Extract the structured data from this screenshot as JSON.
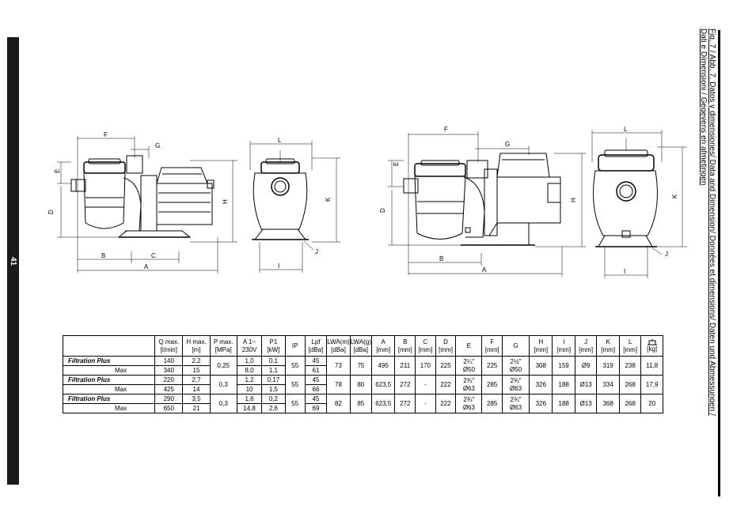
{
  "page": {
    "number": "41"
  },
  "caption": {
    "line1": "Fig. 7 / Abb. 7. Datos y dimensiones/ Data and Dimension/ Données et dimensions/ Daten und Abmessungen /",
    "line2": "Dati e Dimensioni / Gegevens en afmetingen"
  },
  "drawings": {
    "left_side": {
      "F": "F",
      "G": "G",
      "E": "E",
      "D": "D",
      "H": "H",
      "B": "B",
      "C": "C",
      "A": "A"
    },
    "left_front": {
      "L": "L",
      "K": "K",
      "I": "I",
      "J": "J"
    },
    "right_side": {
      "F": "F",
      "G": "G",
      "E": "E",
      "D": "D",
      "H": "H",
      "B": "B",
      "A": "A"
    },
    "right_front": {
      "L": "L",
      "K": "K",
      "I": "I",
      "J": "J"
    }
  },
  "table": {
    "headers": [
      {
        "top": "Q max.",
        "bottom": "[l/min]"
      },
      {
        "top": "H max.",
        "bottom": "[m]"
      },
      {
        "top": "P max.",
        "bottom": "[MPa]"
      },
      {
        "top": "A 1~",
        "bottom": "230V"
      },
      {
        "top": "P1",
        "bottom": "[kW]"
      },
      {
        "top": "IP",
        "bottom": ""
      },
      {
        "top": "Lpf",
        "bottom": "[dBa]"
      },
      {
        "top": "LWA(m)",
        "bottom": "[dBa]"
      },
      {
        "top": "LWA(g)",
        "bottom": "[dBa]"
      },
      {
        "top": "A",
        "bottom": "[mm]"
      },
      {
        "top": "B",
        "bottom": "[mm]"
      },
      {
        "top": "C",
        "bottom": "[mm]"
      },
      {
        "top": "D",
        "bottom": "[mm]"
      },
      {
        "top": "E",
        "bottom": ""
      },
      {
        "top": "F",
        "bottom": "[mm]"
      },
      {
        "top": "G",
        "bottom": ""
      },
      {
        "top": "H",
        "bottom": "[mm]"
      },
      {
        "top": "I",
        "bottom": "[mm]"
      },
      {
        "top": "J",
        "bottom": "[mm]"
      },
      {
        "top": "K",
        "bottom": "[mm]"
      },
      {
        "top": "L",
        "bottom": "[mm]"
      },
      {
        "top": "",
        "bottom": "[kg]"
      }
    ],
    "groups": [
      {
        "name": "Filtration Plus",
        "max_label": "Max",
        "q": [
          "140",
          "340"
        ],
        "h": [
          "2,2",
          "15"
        ],
        "p": "0,25",
        "a": [
          "1,0",
          "8,0"
        ],
        "p1": [
          "0,1",
          "1,1"
        ],
        "ip": "55",
        "lpf": [
          "45",
          "61"
        ],
        "lwam": "73",
        "lwag": "75",
        "A": "495",
        "B": "211",
        "C": "170",
        "D": "225",
        "E": [
          "2¼\"",
          "Ø50"
        ],
        "F": "225",
        "G": [
          "2½\"",
          "Ø50"
        ],
        "H": "308",
        "I": "159",
        "J": "Ø9",
        "K": "319",
        "L": "238",
        "kg": "11,8"
      },
      {
        "name": "Filtration Plus",
        "max_label": "Max",
        "q": [
          "220",
          "425"
        ],
        "h": [
          "2,7",
          "14"
        ],
        "p": "0,3",
        "a": [
          "1,2",
          "10"
        ],
        "p1": [
          "0,17",
          "1,5"
        ],
        "ip": "55",
        "lpf": [
          "45",
          "66"
        ],
        "lwam": "78",
        "lwag": "80",
        "A": "623,5",
        "B": "272",
        "C": "-",
        "D": "222",
        "E": [
          "2¾\"",
          "Ø63"
        ],
        "F": "285",
        "G": [
          "2¾\"",
          "Ø63"
        ],
        "H": "326",
        "I": "188",
        "J": "Ø13",
        "K": "334",
        "L": "268",
        "kg": "17,9"
      },
      {
        "name": "Filtration Plus",
        "max_label": "Max",
        "q": [
          "290",
          "650"
        ],
        "h": [
          "3,5",
          "21"
        ],
        "p": "0,3",
        "a": [
          "1,6",
          "14,8"
        ],
        "p1": [
          "0,2",
          "2,6"
        ],
        "ip": "55",
        "lpf": [
          "45",
          "69"
        ],
        "lwam": "82",
        "lwag": "85",
        "A": "623,5",
        "B": "272",
        "C": "-",
        "D": "222",
        "E": [
          "2¾\"",
          "Ø63"
        ],
        "F": "285",
        "G": [
          "2¾\"",
          "Ø63"
        ],
        "H": "326",
        "I": "188",
        "J": "Ø13",
        "K": "368",
        "L": "268",
        "kg": "20"
      }
    ]
  }
}
